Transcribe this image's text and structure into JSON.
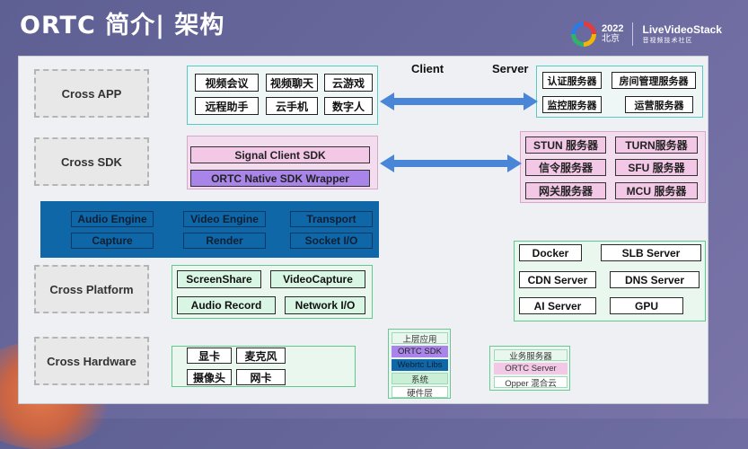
{
  "slide": {
    "title": "ORTC 简介| 架构"
  },
  "logo": {
    "year": "2022",
    "city": "北京",
    "brand": "LiveVideoStack",
    "tagline": "音视频技术社区"
  },
  "layers": [
    "Cross APP",
    "Cross SDK",
    "Cross Platform",
    "Cross Hardware"
  ],
  "client": {
    "label": "Client",
    "apps": [
      "视频会议",
      "视频聊天",
      "云游戏",
      "远程助手",
      "云手机",
      "数字人"
    ],
    "sdk": [
      "Signal Client SDK",
      "ORTC Native SDK Wrapper"
    ],
    "engine": [
      "Audio Engine",
      "Video Engine",
      "Transport",
      "Capture",
      "Render",
      "Socket I/O"
    ],
    "platform": [
      "ScreenShare",
      "VideoCapture",
      "Audio Record",
      "Network I/O"
    ],
    "hardware": [
      "显卡",
      "麦克风",
      "摄像头",
      "网卡"
    ],
    "legend": [
      "上层应用",
      "ORTC SDK",
      "Webrtc Libs",
      "系统",
      "硬件层"
    ]
  },
  "server": {
    "label": "Server",
    "business": [
      "认证服务器",
      "房间管理服务器",
      "监控服务器",
      "运营服务器"
    ],
    "media": [
      "STUN 服务器",
      "TURN服务器",
      "信令服务器",
      "SFU 服务器",
      "网关服务器",
      "MCU 服务器"
    ],
    "infra": [
      "Docker",
      "SLB Server",
      "CDN Server",
      "DNS Server",
      "AI Server",
      "GPU"
    ],
    "legend": [
      "业务服务器",
      "ORTC Server",
      "Opper 混合云"
    ]
  },
  "colors": {
    "app_group": "#58c8c8",
    "sdk_pink": "#f3c8e6",
    "sdk_purple": "#a985e9",
    "engine_blue": "#0f67a8",
    "platform_green": "#5fc88a",
    "arrow_blue": "#4a86d8"
  }
}
